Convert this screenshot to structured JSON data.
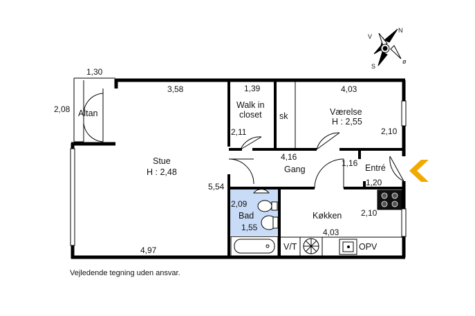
{
  "compass": {
    "n": "N",
    "v": "V",
    "s": "S",
    "o": "ø"
  },
  "rooms": {
    "altan": "Altan",
    "stue": "Stue",
    "stue_height": "H : 2,48",
    "walkin_1": "Walk in",
    "walkin_2": "closet",
    "sk": "sk",
    "vaerelse": "Værelse",
    "vaerelse_height": "H : 2,55",
    "gang": "Gang",
    "entre": "Entré",
    "bad": "Bad",
    "kokken": "Køkken",
    "vt": "V/T",
    "opv": "OPV"
  },
  "dims": {
    "altan_w": "1,30",
    "altan_h": "2,08",
    "stue_top": "3,58",
    "stue_bottom": "4,97",
    "stue_side": "5,54",
    "walkin_w": "1,39",
    "walkin_h": "2,11",
    "vaerelse_w": "4,03",
    "vaerelse_h": "2,10",
    "gang_w": "4,16",
    "entre_w": "1,16",
    "entre_h": "1,20",
    "bad_w": "2,09",
    "bad_h": "1,55",
    "kokken_h": "2,10",
    "kokken_w": "4,03"
  },
  "colors": {
    "wall": "#000000",
    "bath": "#c9dcf7",
    "arrow": "#f2a900"
  },
  "footer": "Vejledende tegning uden ansvar."
}
